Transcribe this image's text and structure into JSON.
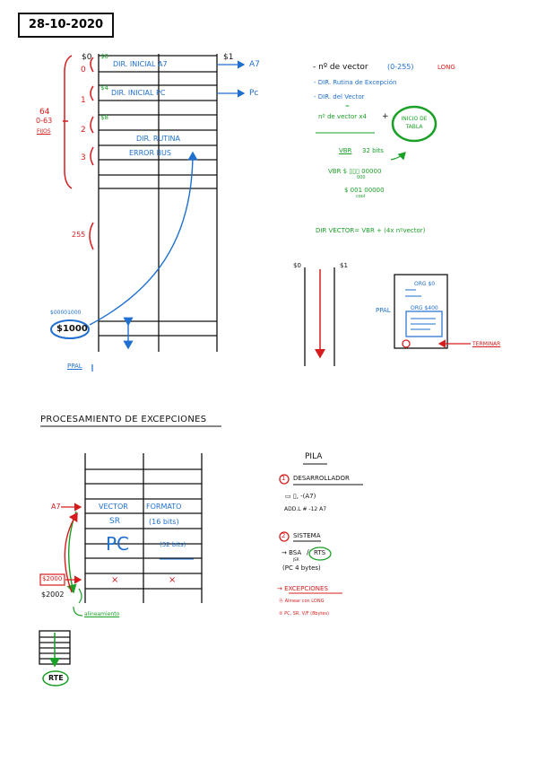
{
  "date": "28-10-2020",
  "memory_map": {
    "top_left": "$0",
    "top_left_green": "$0",
    "top_right": "$1",
    "vector_indices": [
      "0",
      "1",
      "2",
      "3"
    ],
    "bracket_count": "64",
    "bracket_range": "0-63",
    "bracket_note": "FIJOS",
    "idx_255": "255",
    "green_4": "$4",
    "green_8": "$8",
    "row_a7": "DIR. INICIAL A7",
    "row_pc": "DIR. INICIAL PC",
    "row_rutina": "DIR. RUTINA",
    "row_error": "ERROR BUS",
    "arrow_a7": "A7",
    "arrow_pc": "Pc",
    "addr_small": "$00001000",
    "addr_circle": "$1000",
    "ppal": "PPAL"
  },
  "vector_notes": {
    "n_vector": "- nº de vector",
    "range": "(0-255)",
    "long": "LONG",
    "dir_rutina": "- DIR. Rutina de Excepción",
    "dir_vector": "- DIR. del Vector",
    "equal": "=",
    "nvec_x4": "nº de vector x4",
    "plus": "+",
    "inicio_tabla": "INICIO DE TABLA",
    "vbr": "VBR",
    "bits32": "32 bits",
    "vbr_line": "VBR $ ▯▯▯ 00000",
    "vbr_sub": "000",
    "dollar_line": "$ 001 00000",
    "dollar_sub": "cool",
    "formula": "DIR VECTOR= VBR + (4x nºvector)"
  },
  "small_diagram": {
    "left": "$0",
    "right": "$1",
    "ppal": "PPAL",
    "org1": "ORG $0",
    "org2": "ORG $400",
    "terminar": "TERMINAR"
  },
  "section_title": "PROCESAMIENTO DE EXCEPCIONES",
  "stack_table": {
    "a7": "A7",
    "vector": "VECTOR",
    "formato": "FORMATO",
    "sr": "SR",
    "bits16": "(16 bits)",
    "pc": "PC",
    "bits32": "(32 bits)",
    "x1": "×",
    "x2": "×",
    "addr1": "$2000",
    "addr2": "$2002",
    "alineamiento": "alineamiento",
    "rte": "RTE"
  },
  "pila": {
    "title": "PILA",
    "n1": "1",
    "desarrollador": "DESARROLLADOR",
    "instr1": "▭ ▯, -(A7)",
    "instr2": "ADD.L # -12 A7",
    "n2": "2",
    "sistema": "SISTEMA",
    "bsr": "→ BSA",
    "jsr": "JSR",
    "slash": "/",
    "rts": "RTS",
    "pc_bytes": "(PC 4 bytes)",
    "excepciones": "→ EXCEPCIONES",
    "ex1": "Ⓐ Alinear con LONG",
    "ex2": "② PC, SR, V/F (8bytes)"
  },
  "colors": {
    "ink": "#111111",
    "blue": "#1e6fd0",
    "red": "#d61c1c",
    "green": "#19a026"
  }
}
